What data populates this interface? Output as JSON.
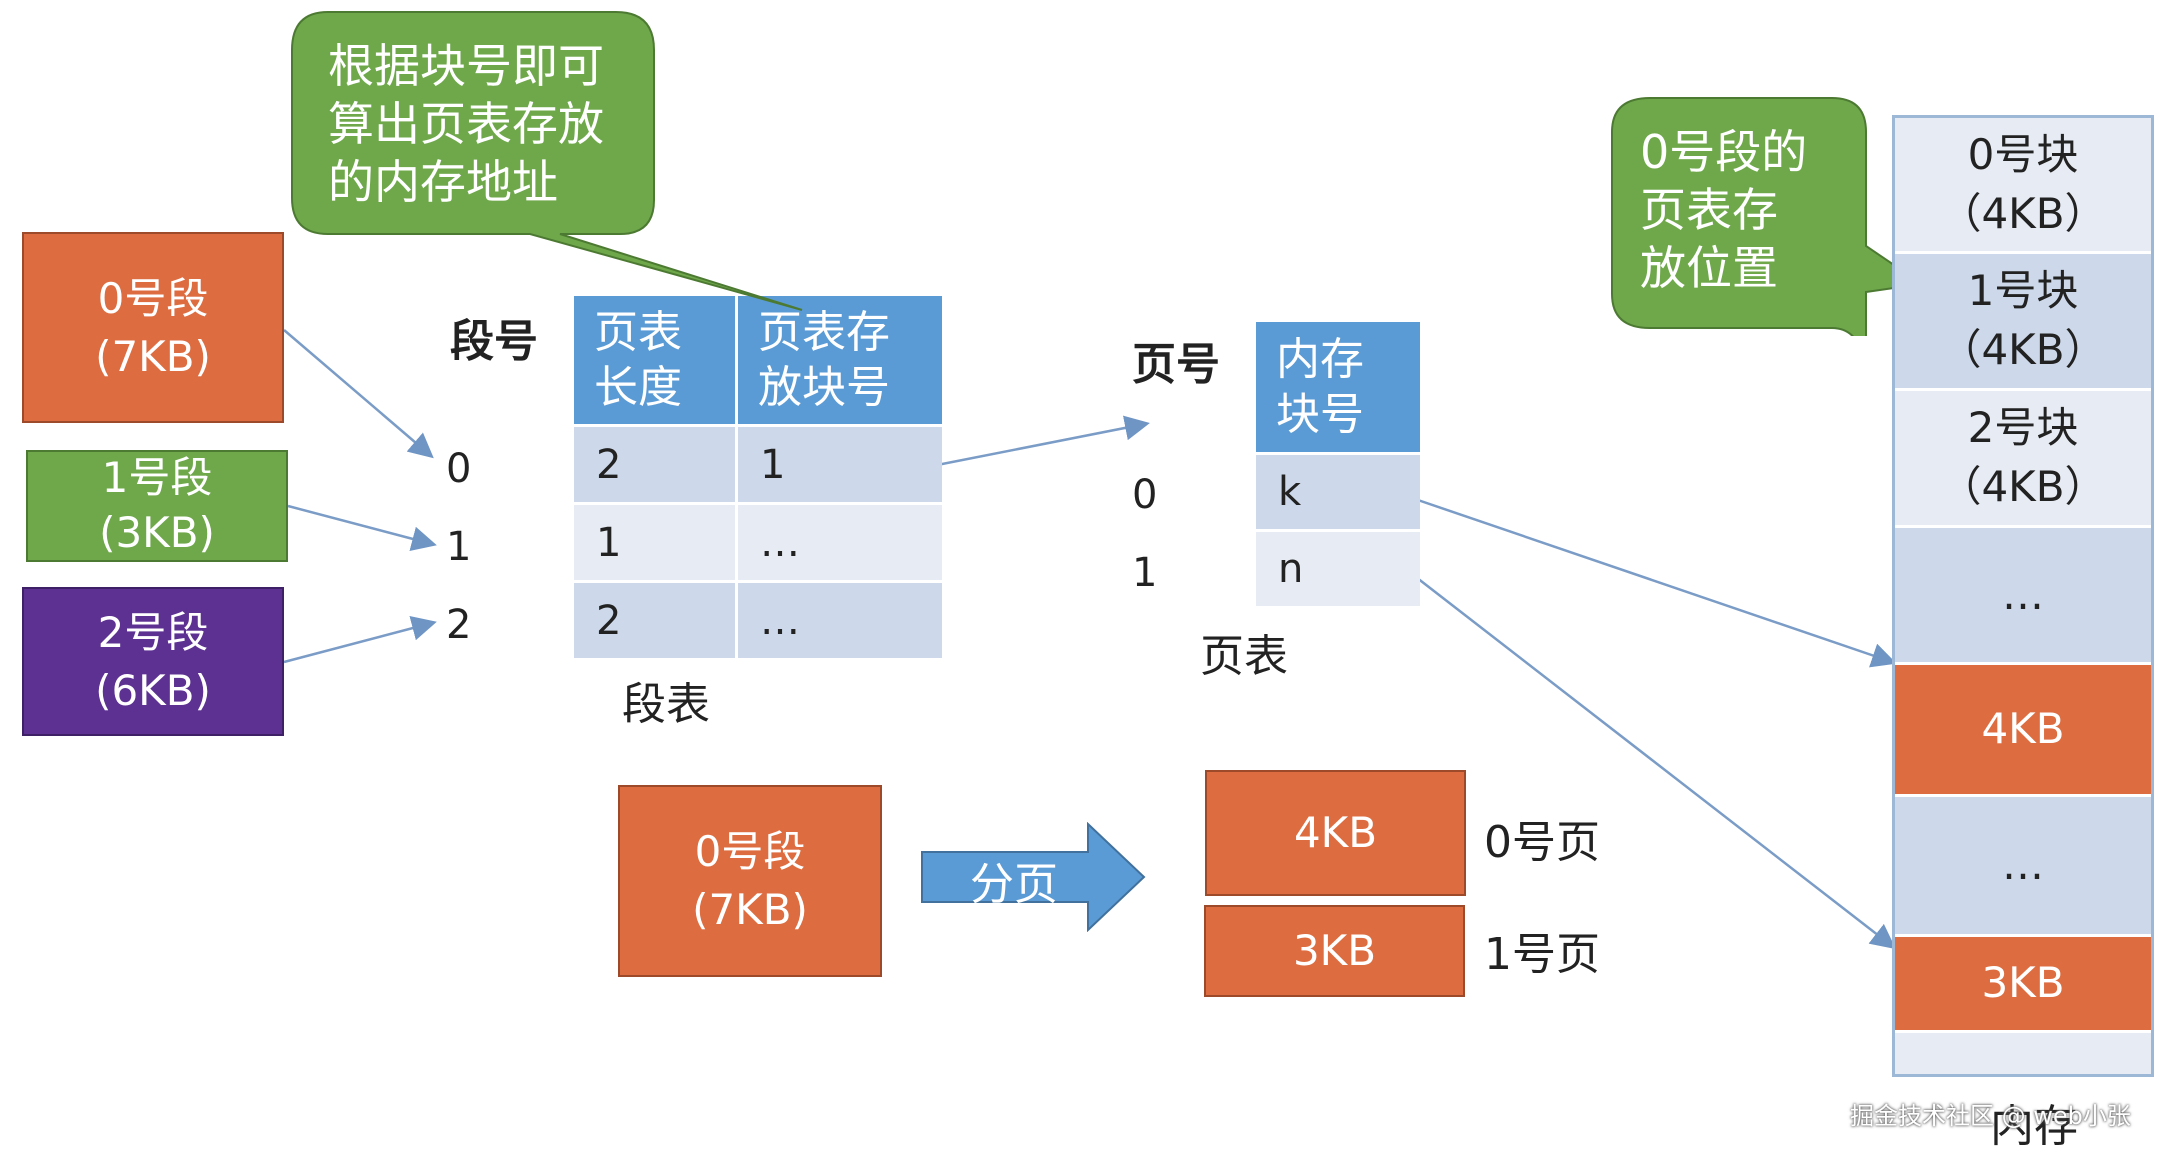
{
  "segments": [
    {
      "name": "0号段",
      "size": "(7KB)"
    },
    {
      "name": "1号段",
      "size": "(3KB)"
    },
    {
      "name": "2号段",
      "size": "(6KB)"
    }
  ],
  "segment_number_label": "段号",
  "segment_indices": [
    "0",
    "1",
    "2"
  ],
  "segment_table": {
    "headers": [
      "页表\n长度",
      "页表存\n放块号"
    ],
    "rows": [
      [
        "2",
        "1"
      ],
      [
        "1",
        "…"
      ],
      [
        "2",
        "…"
      ]
    ],
    "caption": "段表"
  },
  "bubble_top": "根据块号即可\n算出页表存放\n的内存地址",
  "page_number_label": "页号",
  "page_indices": [
    "0",
    "1"
  ],
  "page_table": {
    "header": "内存\n块号",
    "rows": [
      "k",
      "n"
    ],
    "caption": "页表"
  },
  "bubble_right": "0号段的\n页表存\n放位置",
  "memory": {
    "blocks": [
      {
        "name": "0号块",
        "size": "（4KB）"
      },
      {
        "name": "1号块",
        "size": "（4KB）"
      },
      {
        "name": "2号块",
        "size": "（4KB）"
      }
    ],
    "ellipsis": "…",
    "page0": "4KB",
    "page1": "3KB",
    "label": "内存"
  },
  "paging": {
    "segment": "0号段",
    "size": "(7KB)",
    "arrow_label": "分页",
    "pages": [
      "4KB",
      "3KB"
    ],
    "page_labels": [
      "0号页",
      "1号页"
    ]
  },
  "watermark": "掘金技术社区 @ web小张",
  "colors": {
    "orange": "#DD6D40",
    "green": "#6FA84B",
    "purple": "#5C3192",
    "blue_header": "#5B9BD5",
    "cell_dark": "#CDD9EA",
    "cell_light": "#E7ECF4",
    "arrow": "#7A9CC6"
  }
}
